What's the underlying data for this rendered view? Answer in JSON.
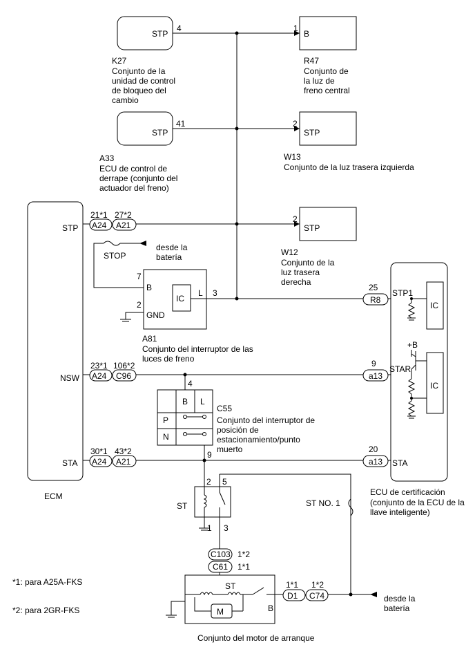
{
  "components": {
    "k27": {
      "code": "K27",
      "pin_name": "STP",
      "pin_no": "4",
      "desc": [
        "Conjunto de la",
        "unidad de control",
        "de bloqueo del",
        "cambio"
      ]
    },
    "r47": {
      "code": "R47",
      "pin_name": "B",
      "pin_no": "1",
      "desc": [
        "Conjunto de",
        "la luz de",
        "freno central"
      ]
    },
    "a33": {
      "code": "A33",
      "pin_name": "STP",
      "pin_no": "41",
      "desc": [
        "ECU de control de",
        "derrape (conjunto del",
        "actuador del freno)"
      ]
    },
    "w13": {
      "code": "W13",
      "pin_name": "STP",
      "pin_no": "2",
      "desc": [
        "Conjunto de la luz trasera izquierda"
      ]
    },
    "w12": {
      "code": "W12",
      "pin_name": "STP",
      "pin_no": "2",
      "desc": [
        "Conjunto de la",
        "luz trasera",
        "derecha"
      ]
    },
    "ecm": {
      "label": "ECM",
      "pins": {
        "stp": "STP",
        "nsw": "NSW",
        "sta": "STA"
      }
    },
    "a81": {
      "code": "A81",
      "desc": [
        "Conjunto del interruptor de las",
        "luces de freno"
      ],
      "pin_b": "B",
      "pin_gnd": "GND",
      "pin_l": "L",
      "pin_b_no": "7",
      "pin_gnd_no": "2",
      "pin_l_no": "3",
      "ic": "IC"
    },
    "c55": {
      "code": "C55",
      "desc": [
        "Conjunto del interruptor de",
        "posición de",
        "estacionamiento/punto",
        "muerto"
      ],
      "col_b": "B",
      "col_l": "L",
      "row_p": "P",
      "row_n": "N",
      "pin_top": "4",
      "pin_bottom": "9"
    },
    "cert_ecu": {
      "desc": [
        "ECU de certificación",
        "(conjunto de la ECU de la",
        "llave inteligente)"
      ],
      "pins": {
        "stp1": "STP1",
        "star": "STAR",
        "sta": "STA"
      },
      "pin_nos": {
        "stp1": "25",
        "star": "9",
        "sta": "20"
      },
      "ic": "IC",
      "vb": "+B"
    },
    "relay": {
      "label": "ST",
      "pin1": "1",
      "pin2": "2",
      "pin3": "3",
      "pin5": "5"
    },
    "starter": {
      "label": "Conjunto del motor de arranque",
      "st": "ST",
      "b": "B",
      "motor": "M"
    }
  },
  "connectors": {
    "ecm_stp_1": {
      "pin": "21*1",
      "code": "A24"
    },
    "ecm_stp_2": {
      "pin": "27*2",
      "code": "A21"
    },
    "ecm_nsw_1": {
      "pin": "23*1",
      "code": "A24"
    },
    "ecm_nsw_2": {
      "pin": "106*2",
      "code": "C96"
    },
    "ecm_sta_1": {
      "pin": "30*1",
      "code": "A24"
    },
    "ecm_sta_2": {
      "pin": "43*2",
      "code": "A21"
    },
    "cert_stp1": {
      "code": "R8"
    },
    "cert_star": {
      "code": "a13"
    },
    "cert_sta": {
      "code": "a13"
    },
    "c103": {
      "code": "C103",
      "note": "1*2"
    },
    "c61": {
      "code": "C61",
      "note": "1*1"
    },
    "d1": {
      "code": "D1",
      "note": "1*1"
    },
    "c74": {
      "code": "C74",
      "note": "1*2"
    }
  },
  "labels": {
    "stop_fuse": "STOP",
    "from_battery_1": [
      "desde la",
      "batería"
    ],
    "from_battery_2": [
      "desde la",
      "batería"
    ],
    "st_no1": "ST NO. 1"
  },
  "footnotes": [
    "*1: para A25A-FKS",
    "*2: para 2GR-FKS"
  ]
}
